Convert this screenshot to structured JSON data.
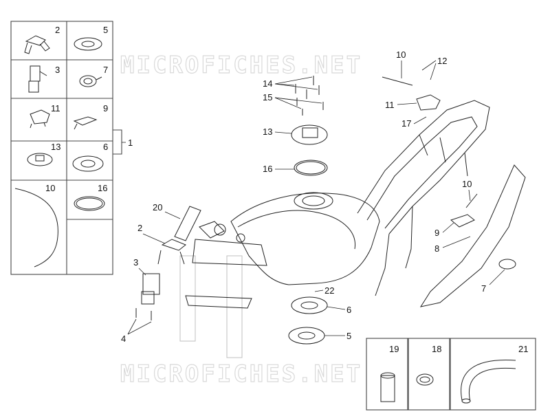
{
  "watermark": {
    "top": "MICROFICHES.NET",
    "bottom": "MICROFICHES.NET"
  },
  "kit_panel": {
    "group_label": "1",
    "cells": [
      {
        "label": "2"
      },
      {
        "label": "5"
      },
      {
        "label": "3"
      },
      {
        "label": "7"
      },
      {
        "label": "11"
      },
      {
        "label": "9"
      },
      {
        "label": "13"
      },
      {
        "label": "6"
      },
      {
        "label": "10"
      },
      {
        "label": "16"
      }
    ]
  },
  "callouts": [
    {
      "label": "10"
    },
    {
      "label": "12"
    },
    {
      "label": "14"
    },
    {
      "label": "15"
    },
    {
      "label": "11"
    },
    {
      "label": "17"
    },
    {
      "label": "13"
    },
    {
      "label": "16"
    },
    {
      "label": "20"
    },
    {
      "label": "2"
    },
    {
      "label": "3"
    },
    {
      "label": "4"
    },
    {
      "label": "10"
    },
    {
      "label": "9"
    },
    {
      "label": "8"
    },
    {
      "label": "7"
    },
    {
      "label": "22"
    },
    {
      "label": "6"
    },
    {
      "label": "5"
    }
  ],
  "small_boxes": [
    {
      "label": "19"
    },
    {
      "label": "18"
    },
    {
      "label": "21"
    }
  ]
}
